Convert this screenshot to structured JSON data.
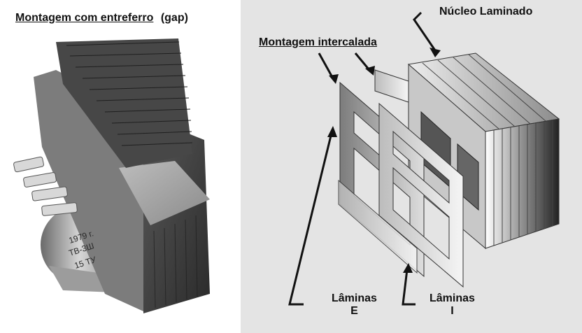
{
  "left_panel": {
    "title_main": "Montagem com  entreferro",
    "title_paren": "(gap)",
    "stamp_lines": [
      "1979 г.",
      "ТВ-3Ш",
      "15 ТУ"
    ]
  },
  "right_panel": {
    "label_core": "Núcleo Laminado",
    "label_interleaved": "Montagem intercalada",
    "label_e_line1": "Lâminas",
    "label_e_line2": "E",
    "label_i_line1": "Lâminas",
    "label_i_line2": "I"
  },
  "colors": {
    "right_bg": "#e4e4e4",
    "core_dark": "#3a3a3a",
    "lamination_gray": "#9a9a9a",
    "lamination_light": "#f4f4f4"
  }
}
